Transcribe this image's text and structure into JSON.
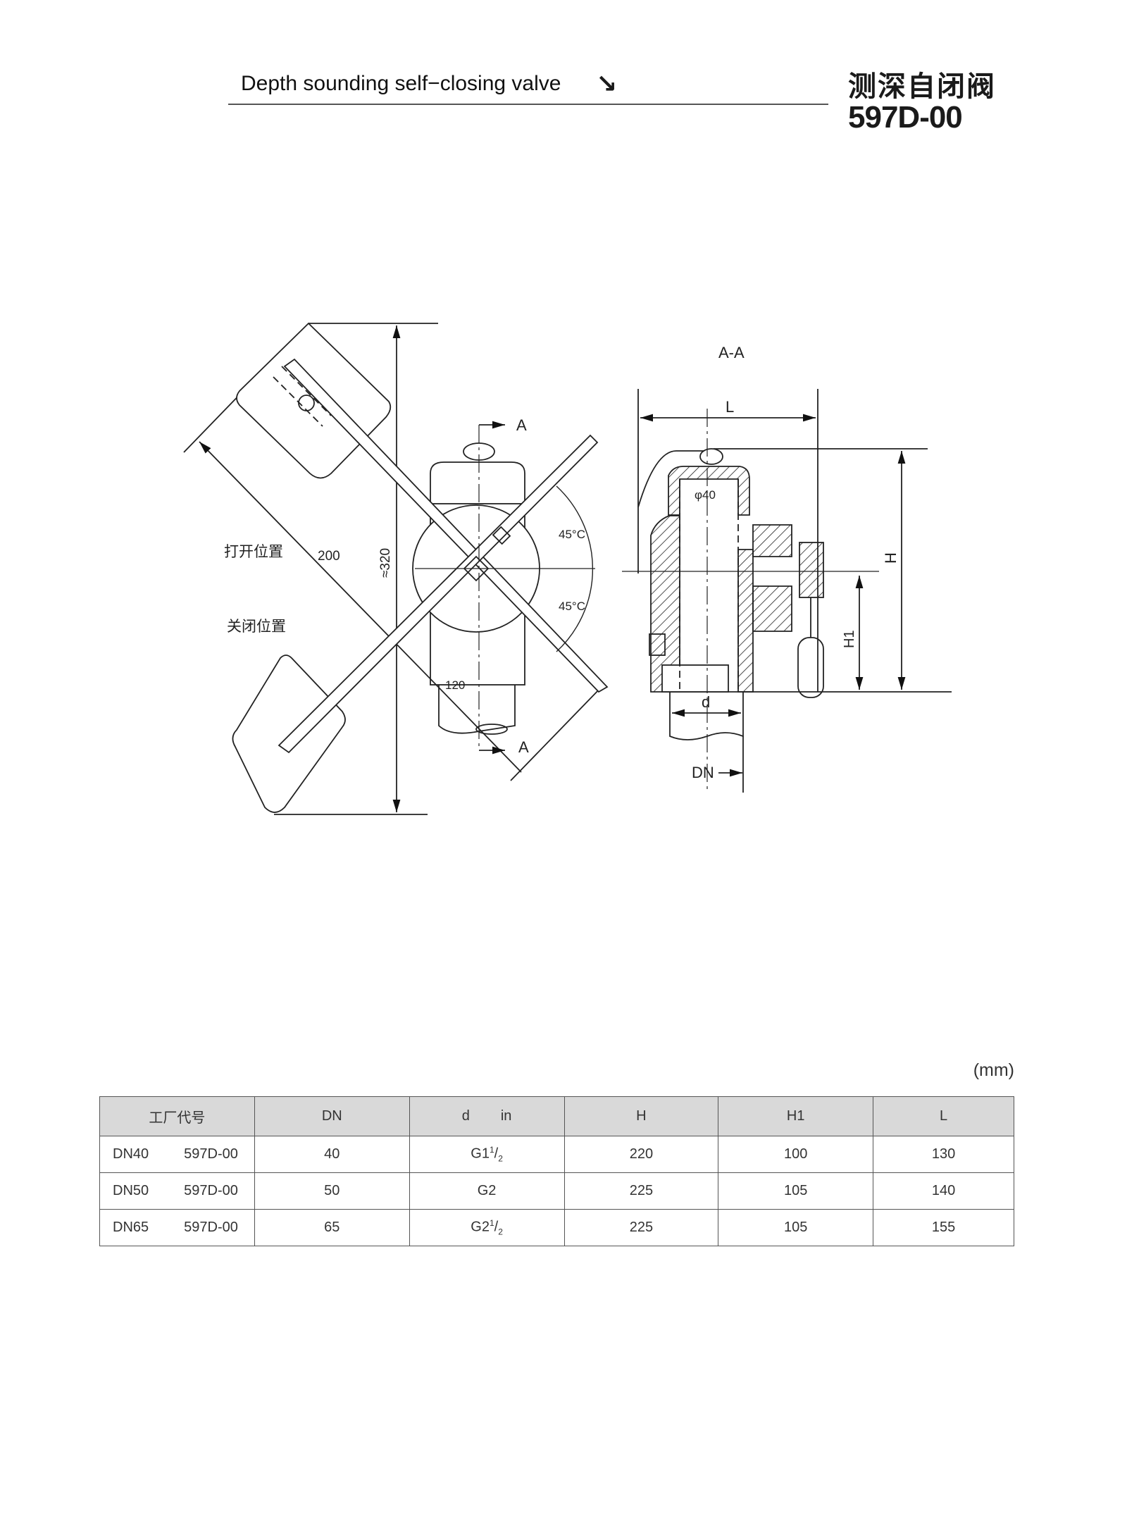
{
  "header": {
    "title_en": "Depth sounding self−closing valve",
    "arrow": "↘",
    "title_cn": "测深自闭阀",
    "model": "597D-00"
  },
  "drawing_left": {
    "label_open": "打开位置",
    "label_closed": "关闭位置",
    "dim_200": "200",
    "dim_320": "≈320",
    "dim_120": "120",
    "angle_top": "45°C",
    "angle_bottom": "45°C",
    "section_top": "A",
    "section_bottom": "A"
  },
  "drawing_right": {
    "title": "A-A",
    "dim_L": "L",
    "dim_H": "H",
    "dim_H1": "H1",
    "dim_phi": "φ40",
    "dim_d": "d",
    "dim_DN": "DN"
  },
  "table": {
    "unit": "(mm)",
    "headers": [
      "工厂代号",
      "DN",
      "d",
      "in",
      "H",
      "H1",
      "L"
    ],
    "rows": [
      {
        "size": "DN40",
        "code": "597D-00",
        "dn": "40",
        "d_main": "G1",
        "d_frac_num": "1",
        "d_frac_den": "2",
        "h": "220",
        "h1": "100",
        "l": "130"
      },
      {
        "size": "DN50",
        "code": "597D-00",
        "dn": "50",
        "d_main": "G2",
        "d_frac_num": "",
        "d_frac_den": "",
        "h": "225",
        "h1": "105",
        "l": "140"
      },
      {
        "size": "DN65",
        "code": "597D-00",
        "dn": "65",
        "d_main": "G2",
        "d_frac_num": "1",
        "d_frac_den": "2",
        "h": "225",
        "h1": "105",
        "l": "155"
      }
    ]
  }
}
